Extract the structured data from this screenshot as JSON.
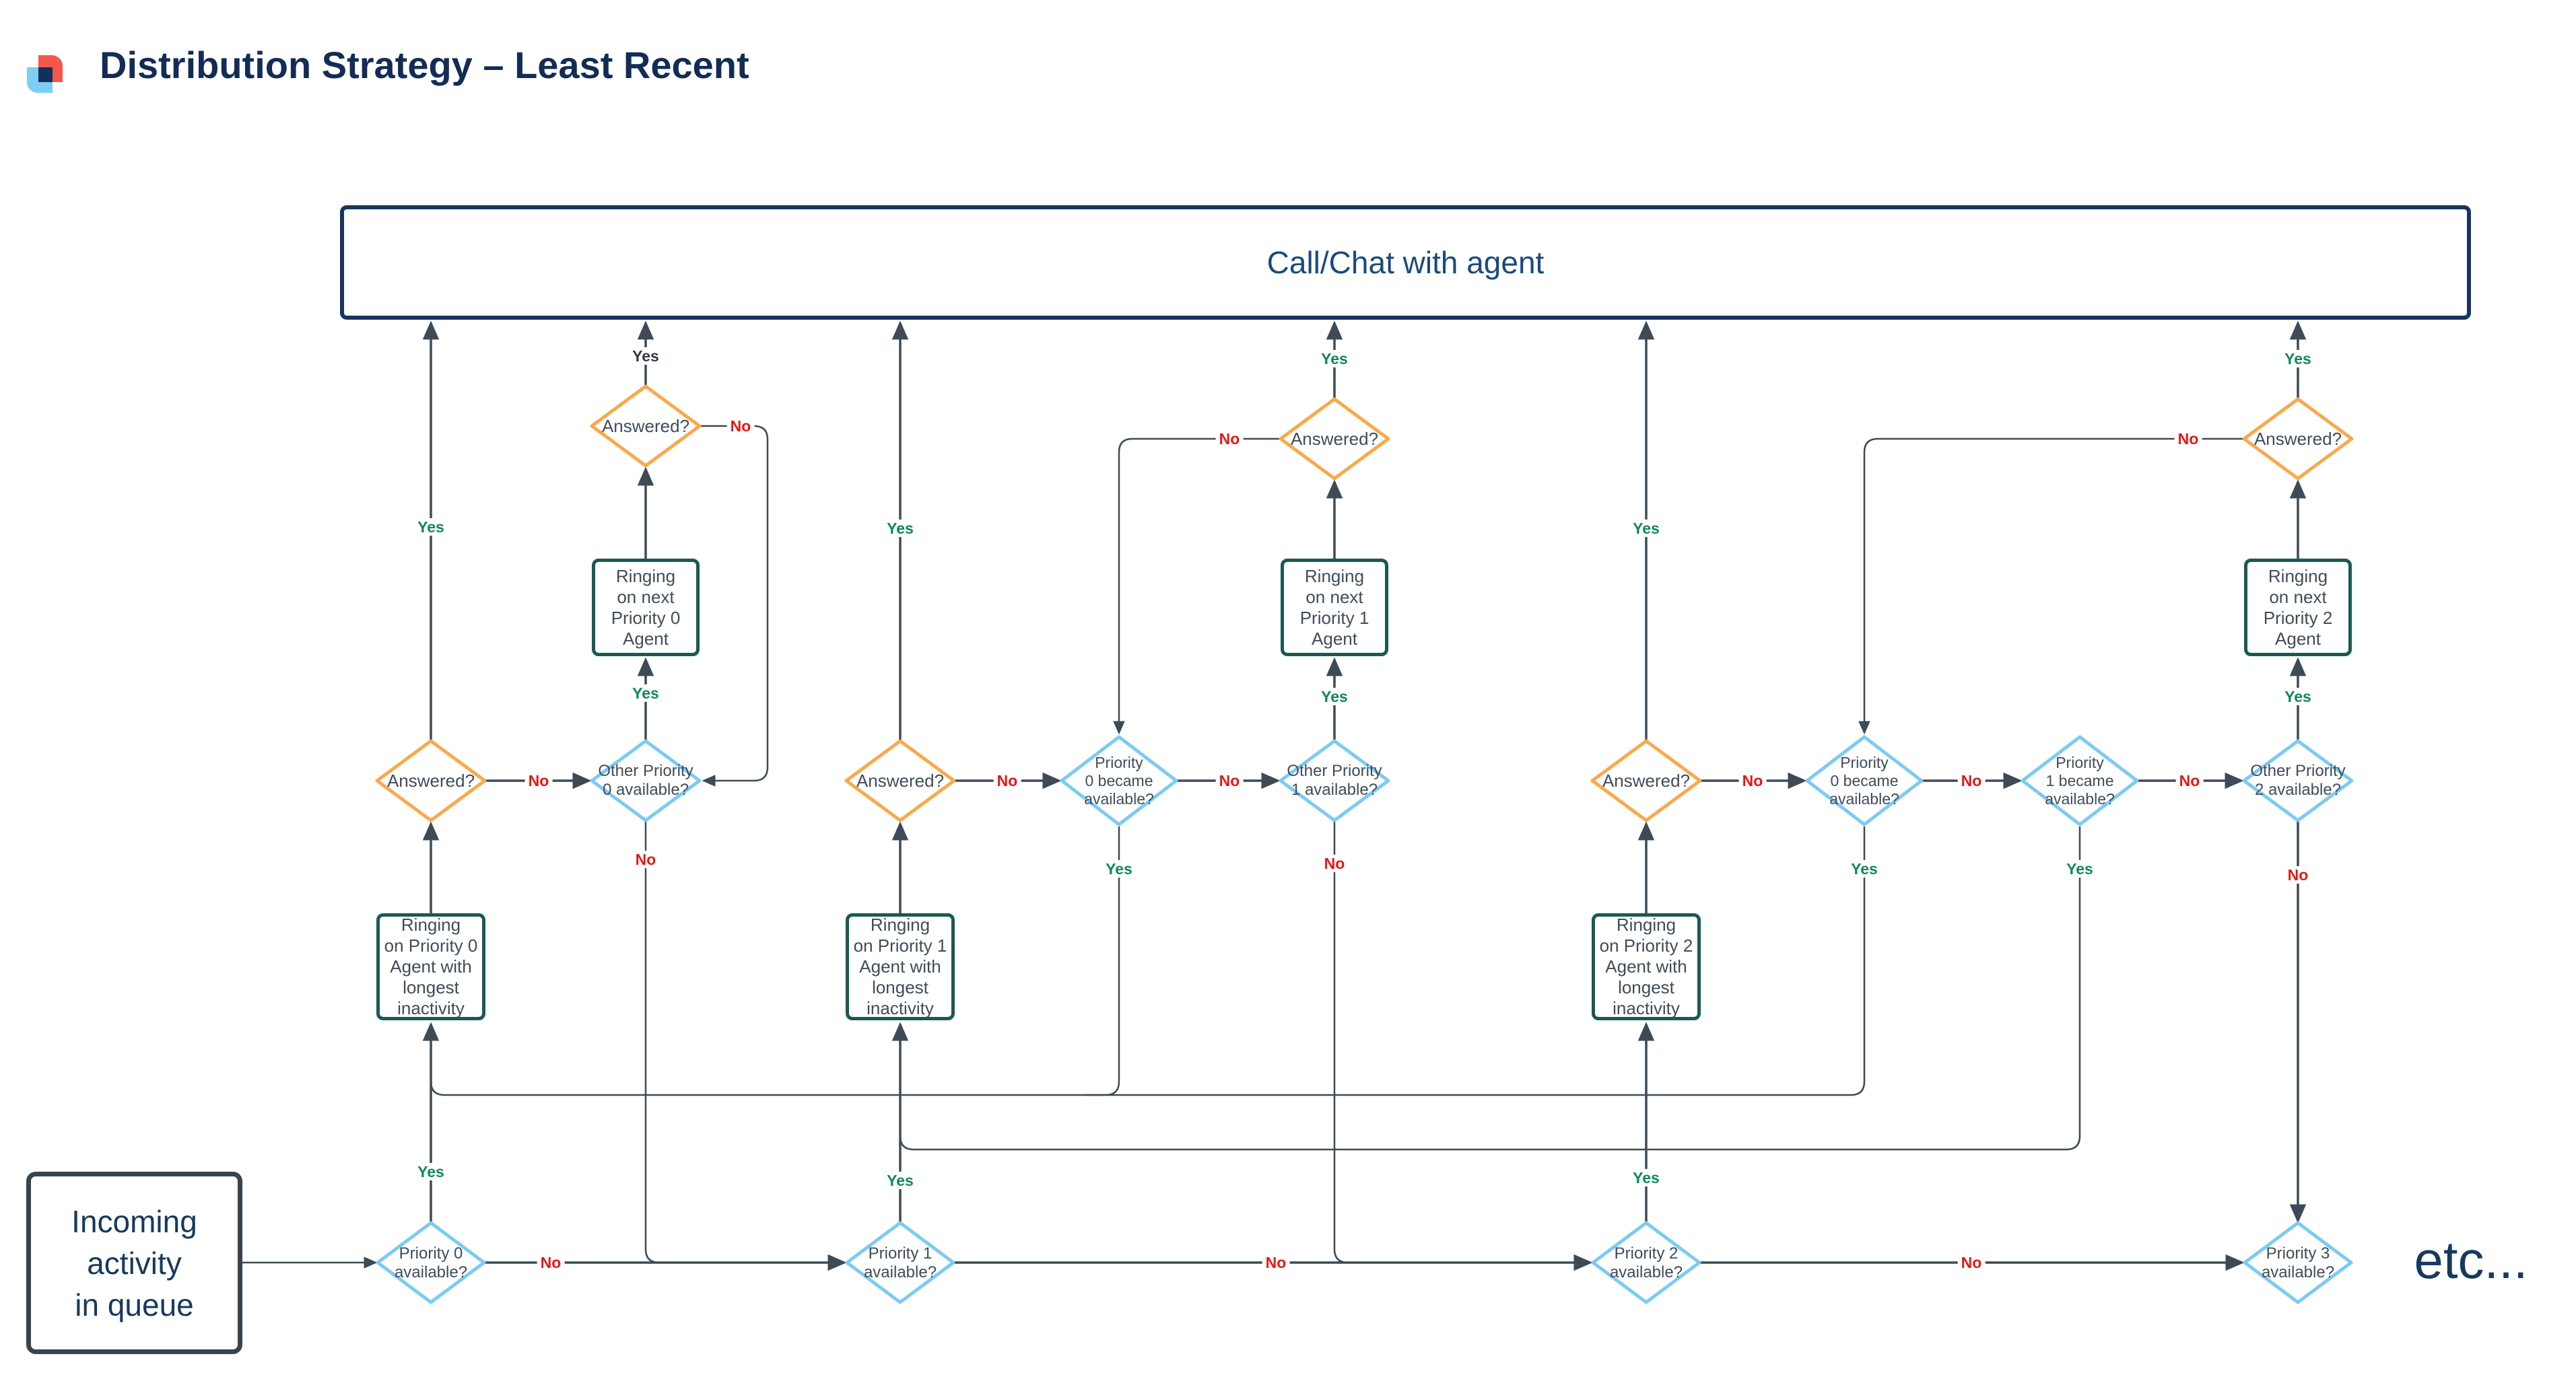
{
  "title": "Distribution Strategy – Least Recent",
  "edge_labels": {
    "yes": "Yes",
    "no": "No"
  },
  "terminals": {
    "call_chat": "Call/Chat with agent",
    "incoming_queue": "Incoming\nactivity\nin queue",
    "etc": "etc..."
  },
  "decisions": {
    "answered": "Answered?",
    "priority0_available": "Priority 0\navailable?",
    "priority1_available": "Priority 1\navailable?",
    "priority2_available": "Priority 2\navailable?",
    "priority3_available": "Priority 3\navailable?",
    "other_priority0_available": "Other Priority\n0 available?",
    "other_priority1_available": "Other Priority\n1 available?",
    "other_priority2_available": "Other Priority\n2 available?",
    "priority0_became_available": "Priority\n0 became\navailable?",
    "priority1_became_available": "Priority\n1 became\navailable?"
  },
  "processes": {
    "ringing_longest_p0": "Ringing\non Priority 0\nAgent with\nlongest\ninactivity",
    "ringing_longest_p1": "Ringing\non Priority 1\nAgent with\nlongest\ninactivity",
    "ringing_longest_p2": "Ringing\non Priority 2\nAgent with\nlongest\ninactivity",
    "ringing_next_p0": "Ringing\non next\nPriority 0\nAgent",
    "ringing_next_p1": "Ringing\non next\nPriority 1\nAgent",
    "ringing_next_p2": "Ringing\non next\nPriority 2\nAgent"
  },
  "colors": {
    "title_navy": "#132C55",
    "terminal_border_navy": "#16355F",
    "terminal_text_navy": "#1A4A7D",
    "decision_orange": "#F9A94B",
    "decision_blue": "#7CCBF3",
    "process_teal_border": "#1A5A52",
    "node_text_slate": "#414C59",
    "line_slate": "#3E4A57",
    "yes_green": "#0E8A5B",
    "yes_dark": "#333B46",
    "no_red": "#E81717",
    "logo_red": "#F4574D",
    "logo_blue": "#7DCEF4",
    "logo_navy": "#12305C"
  }
}
